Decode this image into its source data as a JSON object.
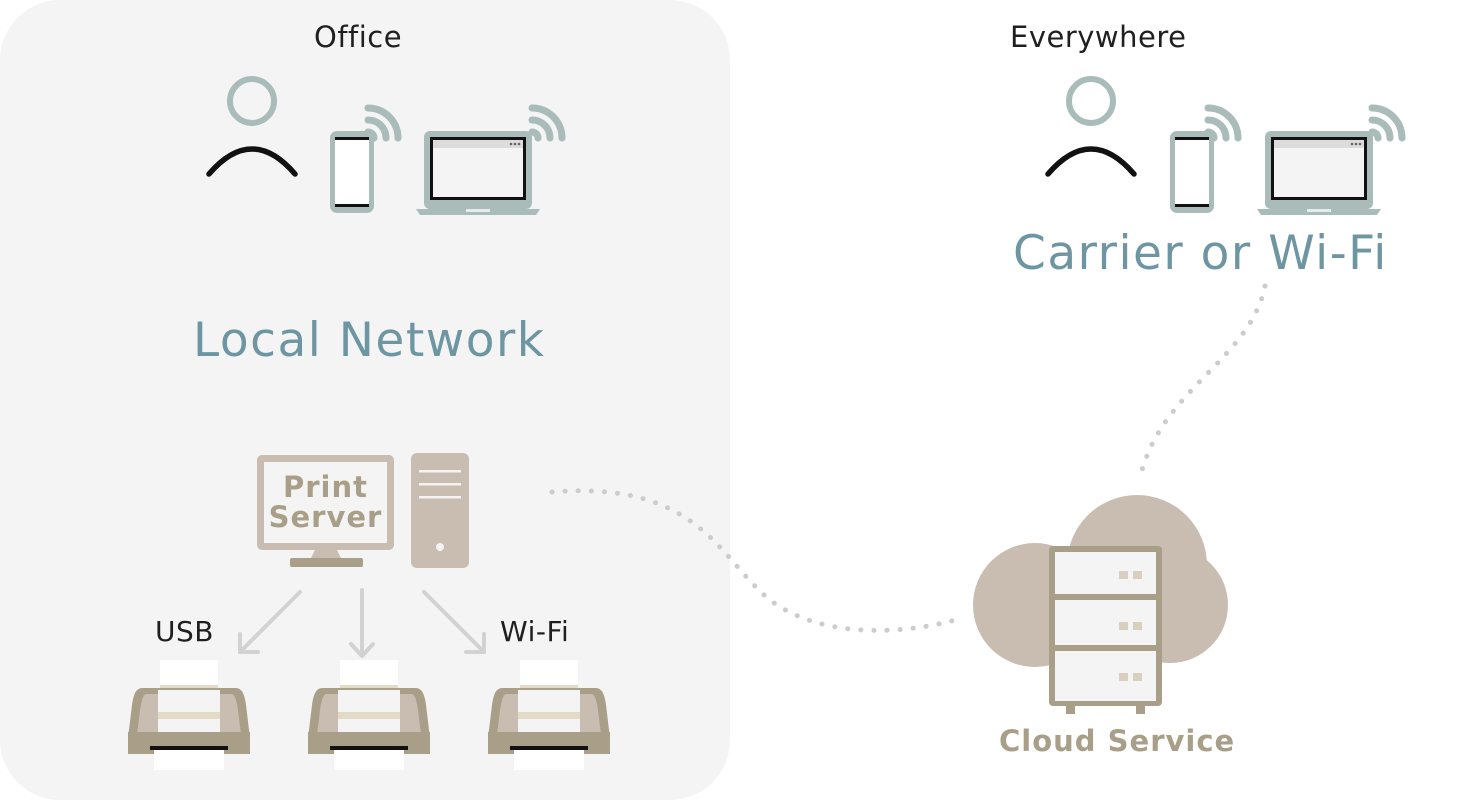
{
  "office": {
    "title": "Office",
    "network_label": "Local Network",
    "print_server": {
      "line1": "Print",
      "line2": "Server"
    },
    "connections": {
      "usb": "USB",
      "wifi": "Wi-Fi"
    }
  },
  "everywhere": {
    "title": "Everywhere",
    "network_label": "Carrier or Wi-Fi"
  },
  "cloud": {
    "label": "Cloud Service"
  },
  "icons": {
    "user": "user-icon",
    "phone": "smartphone-icon",
    "laptop": "laptop-icon",
    "wifi": "wifi-signal-icon",
    "server": "server-tower-icon",
    "printer": "printer-icon",
    "cloud": "cloud-server-icon"
  },
  "colors": {
    "office_panel": "#f4f4f4",
    "network_text": "#6e96a2",
    "accent_gray_blue": "#a9bcba",
    "tan": "#c8bdb0",
    "tan_dark": "#a99f88",
    "arrow": "#d2d2d2",
    "dots": "#cccccc"
  }
}
